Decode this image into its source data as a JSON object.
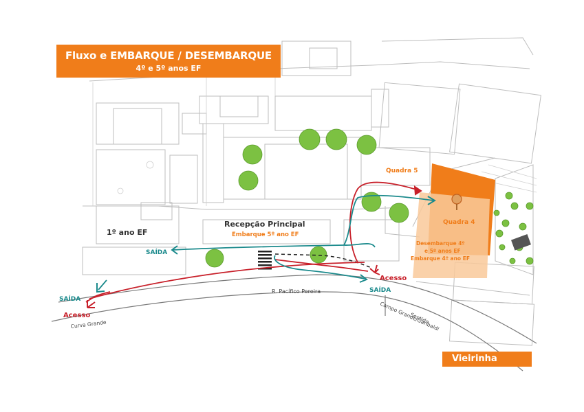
{
  "title": {
    "main": "Fluxo e EMBARQUE / DESEMBARQUE",
    "sub": "4º e 5º anos EF"
  },
  "labels": {
    "primeiro_ano": "1º ano EF",
    "recepcao": "Recepção Principal",
    "embarque_5": "Embarque 5º ano EF",
    "quadra_5": "Quadra 5",
    "quadra_4": "Quadra 4",
    "desembarque_line1": "Desembarque 4º",
    "desembarque_line2": "e 5º anos EF",
    "embarque_4": "Embarque 4º ano EF",
    "saida_top": "SAÍDA",
    "saida_left": "SAÍDA",
    "saida_right": "SAÍDA",
    "acesso_left": "Acesso",
    "acesso_right": "Acesso",
    "street": "R. Pacífico Pereira",
    "curva": "Curva Grande",
    "sentido_line1": "Sentido",
    "sentido_line2": "Campo Grande/Garibaldi",
    "vieirinha": "Vieirinha"
  },
  "colors": {
    "orange": "#f07d1a",
    "orange_light": "#f9c99a",
    "exit_teal": "#1b8a8c",
    "access_red": "#c8202a",
    "tree_green": "#7cc142",
    "plan_lines": "#b8b8b8"
  },
  "icons": {
    "location": "map-pin-icon"
  }
}
